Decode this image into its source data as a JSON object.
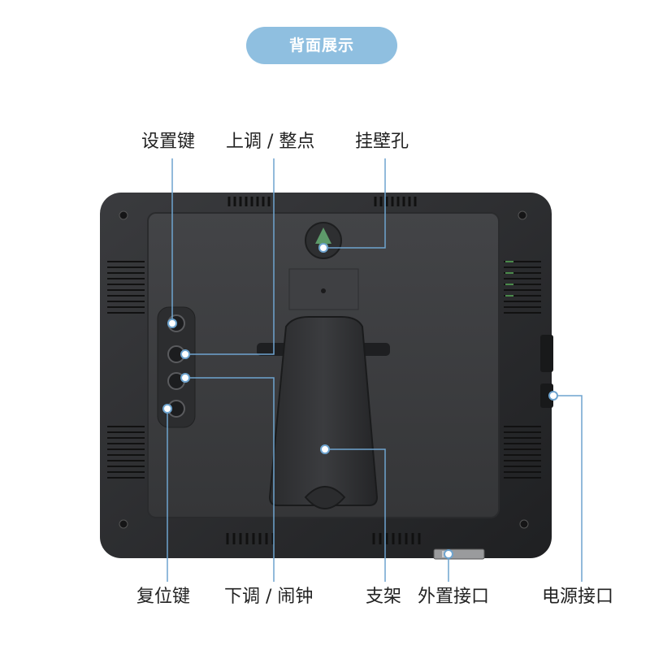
{
  "header": {
    "title": "背面展示"
  },
  "labels": {
    "settings_key": "设置键",
    "up_hour": "上调 / 整点",
    "hanging_hole": "挂壁孔",
    "reset_key": "复位键",
    "down_alarm": "下调 / 闹钟",
    "stand": "支架",
    "external_port": "外置接口",
    "power_port": "电源接口"
  },
  "colors": {
    "accent": "#8fbfe0",
    "callout_line": "#6ea4cf",
    "device_body": "#2b2c2e",
    "device_panel": "#3a3b3d"
  },
  "icons": [
    "hanging-hole-icon",
    "button-icon",
    "stand-icon",
    "vent-icon",
    "screw-icon",
    "port-icon"
  ]
}
